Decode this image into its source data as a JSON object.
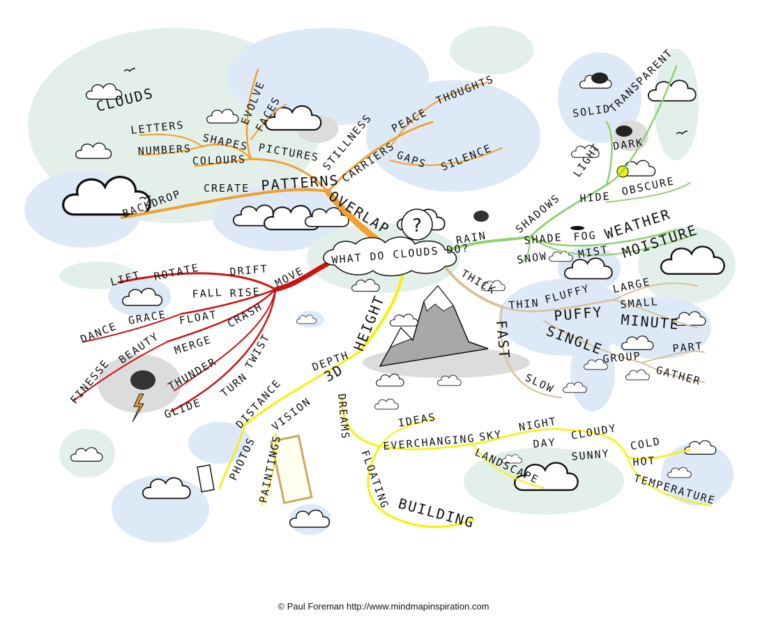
{
  "center": "WHAT DO CLOUDS DO?",
  "colors": {
    "orange": "#f0a030",
    "red": "#cc1111",
    "green": "#8fd070",
    "yellow": "#f8f000",
    "tan": "#d8c09a",
    "bubble_blue": "#dde9f6",
    "bubble_green": "#e3f0ea",
    "bubble_grey": "#dcdcdc"
  },
  "branches": {
    "orange": {
      "main": "PATTERNS",
      "words": [
        "CLOUDS",
        "EVOLVE",
        "FACES",
        "LETTERS",
        "SHAPES",
        "NUMBERS",
        "COLOURS",
        "PICTURES",
        "BACKDROP",
        "CREATE",
        "OVERLAP",
        "STILLNESS",
        "CARRIERS",
        "PEACE",
        "THOUGHTS",
        "GAPS",
        "SILENCE"
      ]
    },
    "green": {
      "main": "RAIN",
      "words": [
        "SHADOWS",
        "LIGHT",
        "DARK",
        "SOLID",
        "TRANSPARENT",
        "HIDE",
        "OBSCURE",
        "SHADE",
        "FOG",
        "WEATHER",
        "SNOW",
        "MIST",
        "MOISTURE"
      ]
    },
    "red": {
      "main": "MOVE",
      "words": [
        "LIFT",
        "ROTATE",
        "DRIFT",
        "FALL",
        "RISE",
        "DANCE",
        "GRACE",
        "FLOAT",
        "CRASH",
        "MERGE",
        "FINESSE",
        "BEAUTY",
        "THUNDER",
        "TWIST",
        "GLIDE",
        "TURN"
      ]
    },
    "tan": {
      "main": "THICK",
      "words": [
        "THIN",
        "FLUFFY",
        "PUFFY",
        "LARGE",
        "SMALL",
        "MINUTE",
        "FAST",
        "SINGLE",
        "GROUP",
        "PART",
        "GATHER",
        "SLOW"
      ]
    },
    "yellow": {
      "main": "HEIGHT",
      "words": [
        "DEPTH",
        "DISTANCE",
        "3D",
        "VISION",
        "PHOTOS",
        "PAINTINGS",
        "DREAMS",
        "IDEAS",
        "EVERCHANGING",
        "SKY",
        "NIGHT",
        "DAY",
        "CLOUDY",
        "SUNNY",
        "COLD",
        "HOT",
        "TEMPERATURE",
        "LANDSCAPE",
        "FLOATING",
        "BUILDING"
      ]
    }
  },
  "credit": "© Paul Foreman http://www.mindmapinspiration.com"
}
